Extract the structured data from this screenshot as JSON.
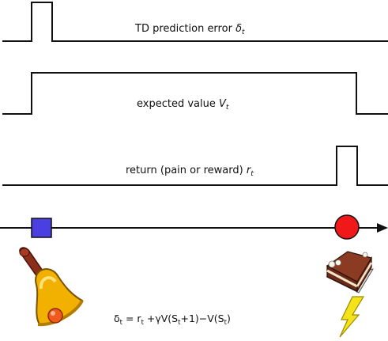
{
  "traces": {
    "td_error": {
      "label": "TD prediction error",
      "symbol": "δ",
      "subscript": "t"
    },
    "expected_value": {
      "label": "expected value",
      "symbol": "V",
      "subscript": "t"
    },
    "return": {
      "label": "return (pain or reward)",
      "symbol": "r",
      "subscript": "t"
    }
  },
  "timeline": {
    "cue_color": "#4a3fe0",
    "reward_color": "#f01818",
    "cue_icon": "bell-icon",
    "reward_icon": "cake-icon",
    "pain_icon": "lightning-bolt-icon"
  },
  "equation": {
    "delta": "δ",
    "t1": "t",
    "eq": " = r",
    "t2": "t",
    "mid": " +γV(S",
    "t3": "t",
    "mid2": "+1)−V(S",
    "t4": "t",
    "end": ")"
  }
}
